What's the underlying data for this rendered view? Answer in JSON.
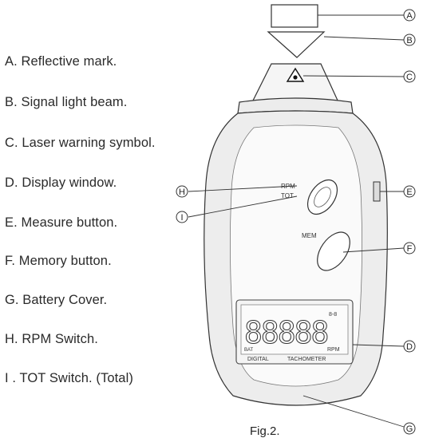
{
  "legend": {
    "items": [
      {
        "key": "A",
        "text": "A. Reflective mark."
      },
      {
        "key": "B",
        "text": "B. Signal light beam."
      },
      {
        "key": "C",
        "text": "C. Laser warning symbol."
      },
      {
        "key": "D",
        "text": "D. Display window."
      },
      {
        "key": "E",
        "text": "E. Measure button."
      },
      {
        "key": "F",
        "text": "F. Memory button."
      },
      {
        "key": "G",
        "text": "G. Battery Cover."
      },
      {
        "key": "H",
        "text": "H. RPM Switch."
      },
      {
        "key": "I",
        "text": "I . TOT Switch. (Total)"
      }
    ]
  },
  "callouts": {
    "A": "A",
    "B": "B",
    "C": "C",
    "D": "D",
    "E": "E",
    "F": "F",
    "G": "G",
    "H": "H",
    "I": "I"
  },
  "device": {
    "switch_rpm": "RPM",
    "switch_tot": "TOT",
    "mem_label": "MEM",
    "display_digits": "88888",
    "indicator": "8-8",
    "battery_mark": "BAT",
    "unit_label": "RPM",
    "display_caption_left": "DIGITAL",
    "display_caption_right": "TACHOMETER"
  },
  "caption": "Fig.2."
}
